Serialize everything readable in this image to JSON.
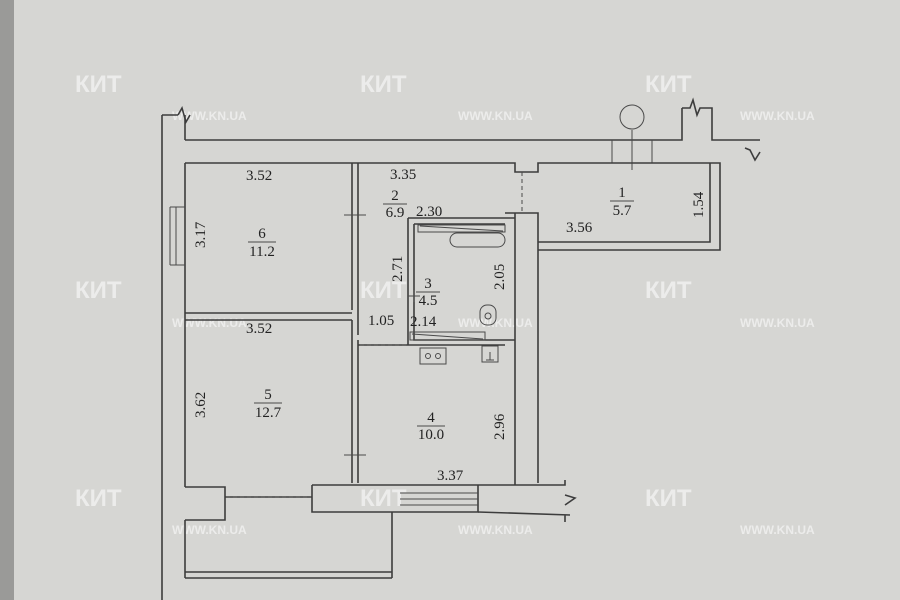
{
  "watermark": {
    "logo": "КИТ",
    "url": "WWW.KN.UA"
  },
  "rooms": [
    {
      "number": "1",
      "area": "5.7"
    },
    {
      "number": "2",
      "area": "6.9"
    },
    {
      "number": "3",
      "area": "4.5"
    },
    {
      "number": "4",
      "area": "10.0"
    },
    {
      "number": "5",
      "area": "12.7"
    },
    {
      "number": "6",
      "area": "11.2"
    }
  ],
  "dimensions": {
    "r6_width": "3.52",
    "r6_height": "3.17",
    "r5_width": "3.52",
    "r5_height": "3.62",
    "r2_width": "3.35",
    "r2_depth": "2.71",
    "r2_niche": "1.05",
    "r3_top": "2.30",
    "r3_bottom": "2.14",
    "r3_height": "2.05",
    "r1_width": "3.56",
    "r1_height": "1.54",
    "r4_width": "3.37",
    "r4_height": "2.96"
  },
  "colors": {
    "paper": "#d6d6d3",
    "lines": "#3d3d3d"
  }
}
